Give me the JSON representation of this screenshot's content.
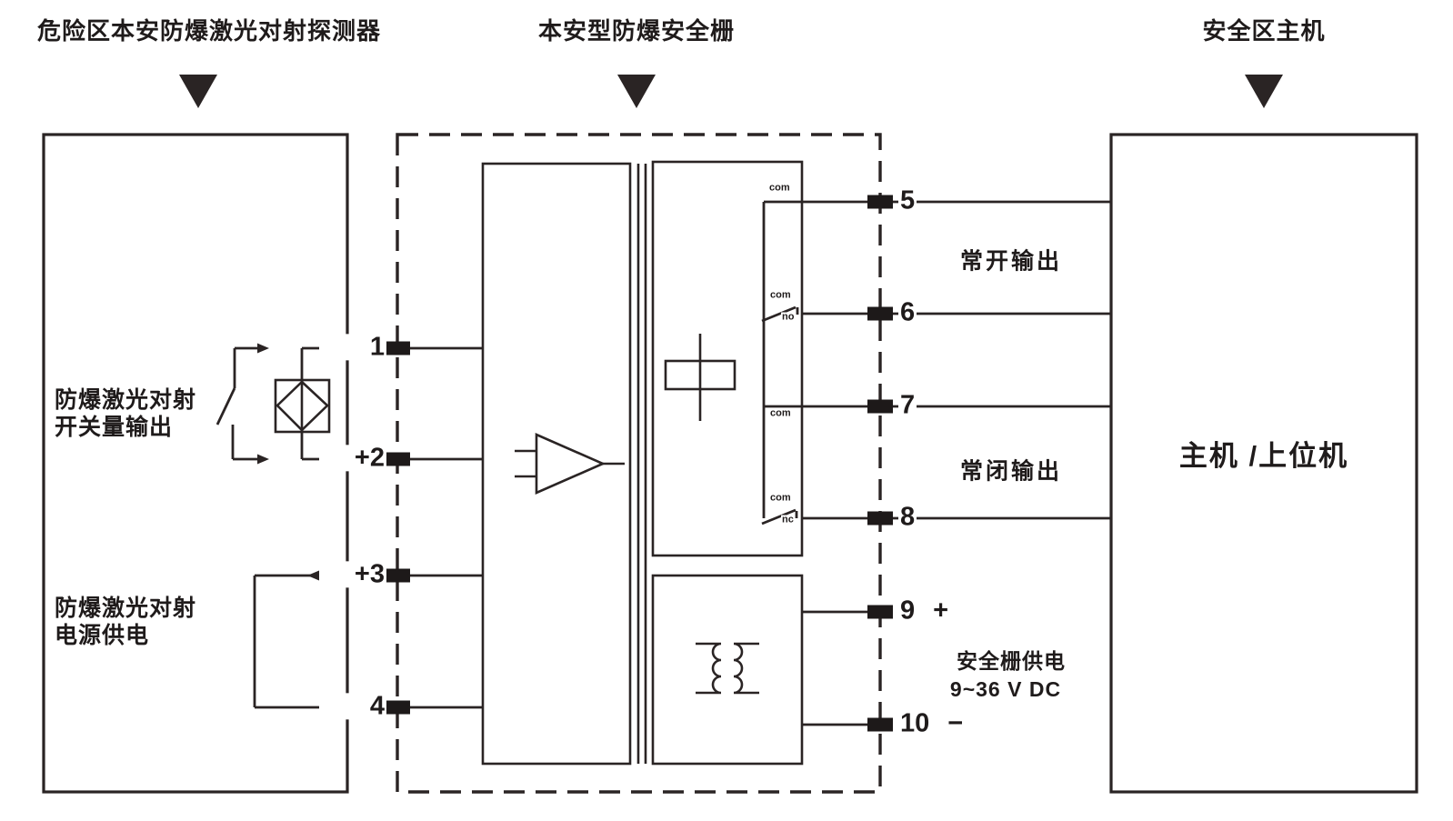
{
  "header": {
    "hazard_area": "危险区本安防爆激光对射探测器",
    "barrier": "本安型防爆安全栅",
    "safe_area": "安全区主机"
  },
  "device": {
    "switch_output_line1": "防爆激光对射",
    "switch_output_line2": "开关量输出",
    "power_line1": "防爆激光对射",
    "power_line2": "电源供电"
  },
  "terminals": {
    "left": [
      "1",
      "+2",
      "+3",
      "4"
    ],
    "right": [
      "5",
      "6",
      "7",
      "8"
    ],
    "power": [
      "9 +",
      "10 −"
    ]
  },
  "contact_labels": {
    "t5": "com",
    "t6_com": "com",
    "t6_no": "no",
    "t7": "com",
    "t8_com": "com",
    "t8_nc": "nc"
  },
  "outputs": {
    "normally_open": "常开输出",
    "normally_closed": "常闭输出"
  },
  "power_supply": {
    "line1": "安全栅供电",
    "line2": "9~36 V DC"
  },
  "host": {
    "label": "主机 /上位机"
  },
  "colors": {
    "line": "#2a2424",
    "text": "#1f1b1b",
    "terminal": "#1d1919",
    "bg": "#ffffff"
  }
}
